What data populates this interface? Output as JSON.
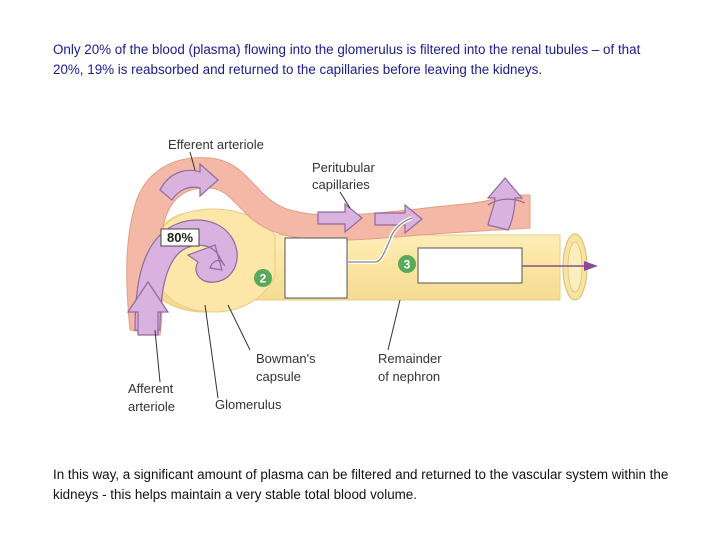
{
  "text": {
    "top": "Only 20% of the blood (plasma) flowing into the glomerulus is filtered into the renal tubules – of that 20%, 19% is reabsorbed and returned to the capillaries before leaving the kidneys.",
    "bottom": "In this way, a significant amount of plasma can be filtered and returned to the vascular system within the kidneys - this helps maintain a very stable total blood volume."
  },
  "diagram": {
    "labels": {
      "efferent_line1": "Efferent arteriole",
      "peritubular_line1": "Peritubular",
      "peritubular_line2": "capillaries",
      "percent": "80%",
      "bowman_line1": "Bowman's",
      "bowman_line2": "capsule",
      "remainder_line1": "Remainder",
      "remainder_line2": "of nephron",
      "afferent_line1": "Afferent",
      "afferent_line2": "arteriole",
      "glomerulus": "Glomerulus"
    },
    "markers": {
      "step2": "2",
      "step3": "3"
    },
    "colors": {
      "vessel": "#f3b9a6",
      "vessel_edge": "#e59d86",
      "arrow_fill": "#d9b2df",
      "arrow_edge": "#8f6a9c",
      "tubule": "#fbe9ad",
      "tubule_edge": "#e6cf85",
      "marker": "#5aa85a",
      "flow_line": "#8a4c9a"
    }
  }
}
